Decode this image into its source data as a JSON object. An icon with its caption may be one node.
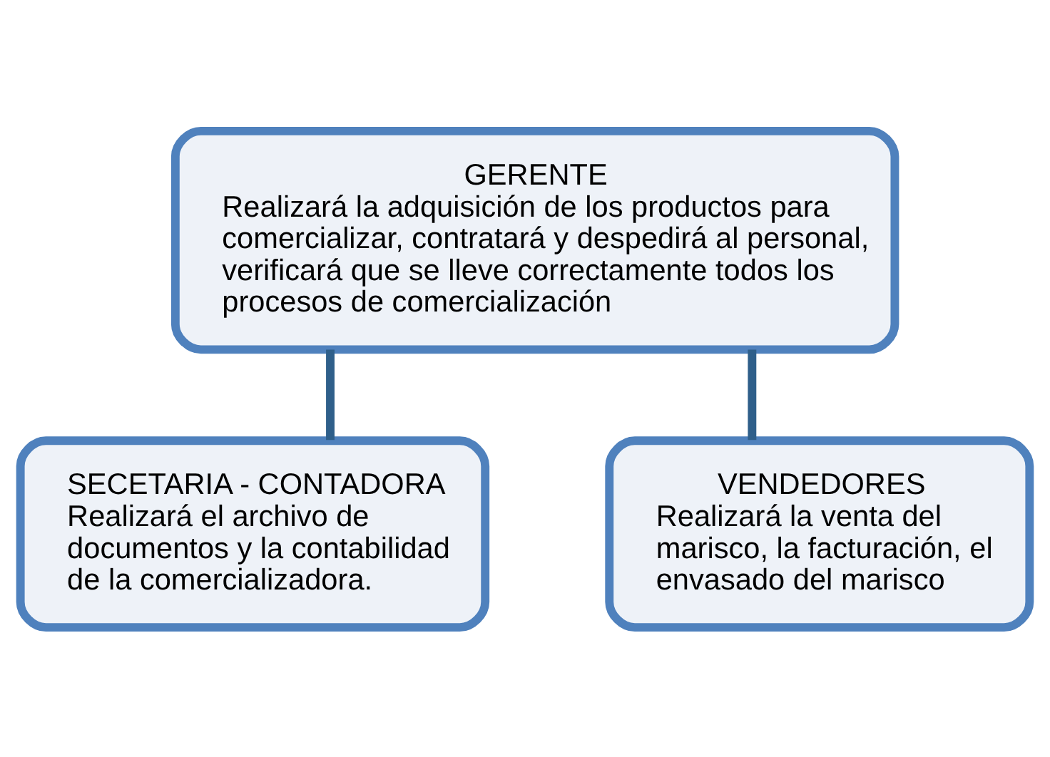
{
  "diagram": {
    "nodes": [
      {
        "text": [
          "GERENTE",
          "Realizará la adquisición de los productos para comercializar, contratará y despedirá al personal, verificará que se lleve correctamente todos los procesos de comercialización"
        ]
      },
      {
        "text": [
          "SECETARIA - CONTADORA",
          "Realizará el archivo de documentos y la contabilidad de la comercializadora."
        ]
      },
      {
        "text": [
          "VENDEDORES",
          "Realizará la venta del marisco, la facturación, el envasado del marisco"
        ]
      }
    ],
    "edges": [
      {
        "from": 0,
        "to": 1,
        "arrow": "none"
      },
      {
        "from": 0,
        "to": 2,
        "arrow": "none"
      }
    ]
  }
}
